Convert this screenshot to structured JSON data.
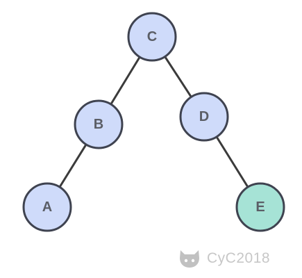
{
  "tree": {
    "nodes": [
      {
        "id": "C",
        "label": "C",
        "color": "#cfdbfa"
      },
      {
        "id": "B",
        "label": "B",
        "color": "#cfdbfa"
      },
      {
        "id": "D",
        "label": "D",
        "color": "#cfdbfa"
      },
      {
        "id": "A",
        "label": "A",
        "color": "#cfdbfa"
      },
      {
        "id": "E",
        "label": "E",
        "color": "#a6e3d6"
      }
    ],
    "edges": [
      {
        "from": "C",
        "to": "B"
      },
      {
        "from": "C",
        "to": "D"
      },
      {
        "from": "B",
        "to": "A"
      },
      {
        "from": "D",
        "to": "E"
      }
    ]
  },
  "watermark": {
    "text": "CyC2018",
    "icon": "github-octocat-icon"
  },
  "colors": {
    "node_default": "#cfdbfa",
    "node_highlight": "#a6e3d6",
    "stroke": "#3f4350"
  }
}
